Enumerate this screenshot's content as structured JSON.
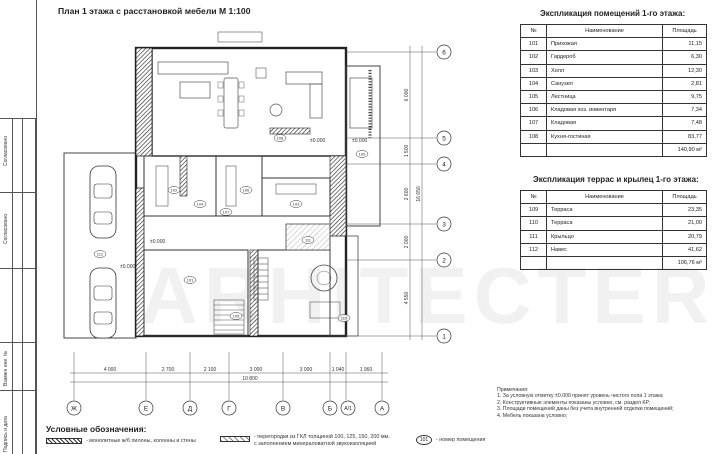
{
  "plan_title": "План 1 этажа с расстановкой мебели  М 1:100",
  "stamp_labels": [
    "Согласовано",
    "Согласовано",
    "Взамен инв. №",
    "Подпись и дата"
  ],
  "plan": {
    "axes_bottom": [
      "Ж",
      "Е",
      "Д",
      "Г",
      "В",
      "Б",
      "А/1",
      "А"
    ],
    "axes_right": [
      "6",
      "5",
      "4",
      "3",
      "2",
      "1"
    ],
    "dims_bottom": [
      "4 000",
      "2 700",
      "2 100",
      "3 000",
      "3 000",
      "1 040",
      "1 960"
    ],
    "dim_total_bottom": "10 800",
    "dims_right": [
      "6 000",
      "1 500",
      "2 600",
      "2 000",
      "4 550"
    ],
    "dim_total_right": "16 650",
    "level_marks": [
      "±0.000",
      "±0.000",
      "±0.000",
      "±0.000"
    ],
    "room_tags": [
      "101",
      "102",
      "103",
      "104",
      "105",
      "106",
      "107",
      "108",
      "109",
      "110",
      "111",
      "112"
    ]
  },
  "rooms_table": {
    "title": "Экспликация помещений 1-го этажа:",
    "headers": [
      "№",
      "Наименование",
      "Площадь"
    ],
    "rows": [
      [
        "101",
        "Прихожая",
        "11,15"
      ],
      [
        "102",
        "Гардероб",
        "6,30"
      ],
      [
        "103",
        "Холл",
        "12,30"
      ],
      [
        "104",
        "Санузел",
        "2,81"
      ],
      [
        "105",
        "Лестница",
        "9,75"
      ],
      [
        "106",
        "Кладовая хоз. инвентаря",
        "7,34"
      ],
      [
        "107",
        "Кладовая",
        "7,48"
      ],
      [
        "108",
        "Кухня-гостиная",
        "83,77"
      ]
    ],
    "total": "140,90 м²"
  },
  "terrace_table": {
    "title": "Экспликация террас и крылец 1-го этажа:",
    "headers": [
      "№",
      "Наименование",
      "Площадь"
    ],
    "rows": [
      [
        "109",
        "Терраса",
        "23,35"
      ],
      [
        "110",
        "Терраса",
        "21,00"
      ],
      [
        "111",
        "Крыльцо",
        "20,79"
      ],
      [
        "112",
        "Навес",
        "41,62"
      ]
    ],
    "total": "106,76 м²"
  },
  "notes": {
    "heading": "Примечания:",
    "items": [
      "1. За условную отметку ±0.000 принят уровень чистого пола 1 этажа;",
      "2. Конструктивные элементы показаны условно, см. раздел КР;",
      "3. Площади помещений даны без учета внутренней отделки помещений;",
      "4. Мебель показана условно;"
    ]
  },
  "legend": {
    "title": "Условные обозначения:",
    "item1": "- монолитные ж/б пилоны, колонны и стены",
    "item2": "- перегородки из ГКЛ толщиной 100, 125, 150, 200 мм,",
    "item2b": "с заполнением минераловатной звукоизоляцией",
    "item3_tag": "101",
    "item3": "- номер помещения"
  },
  "watermark": "ARHITECTER"
}
